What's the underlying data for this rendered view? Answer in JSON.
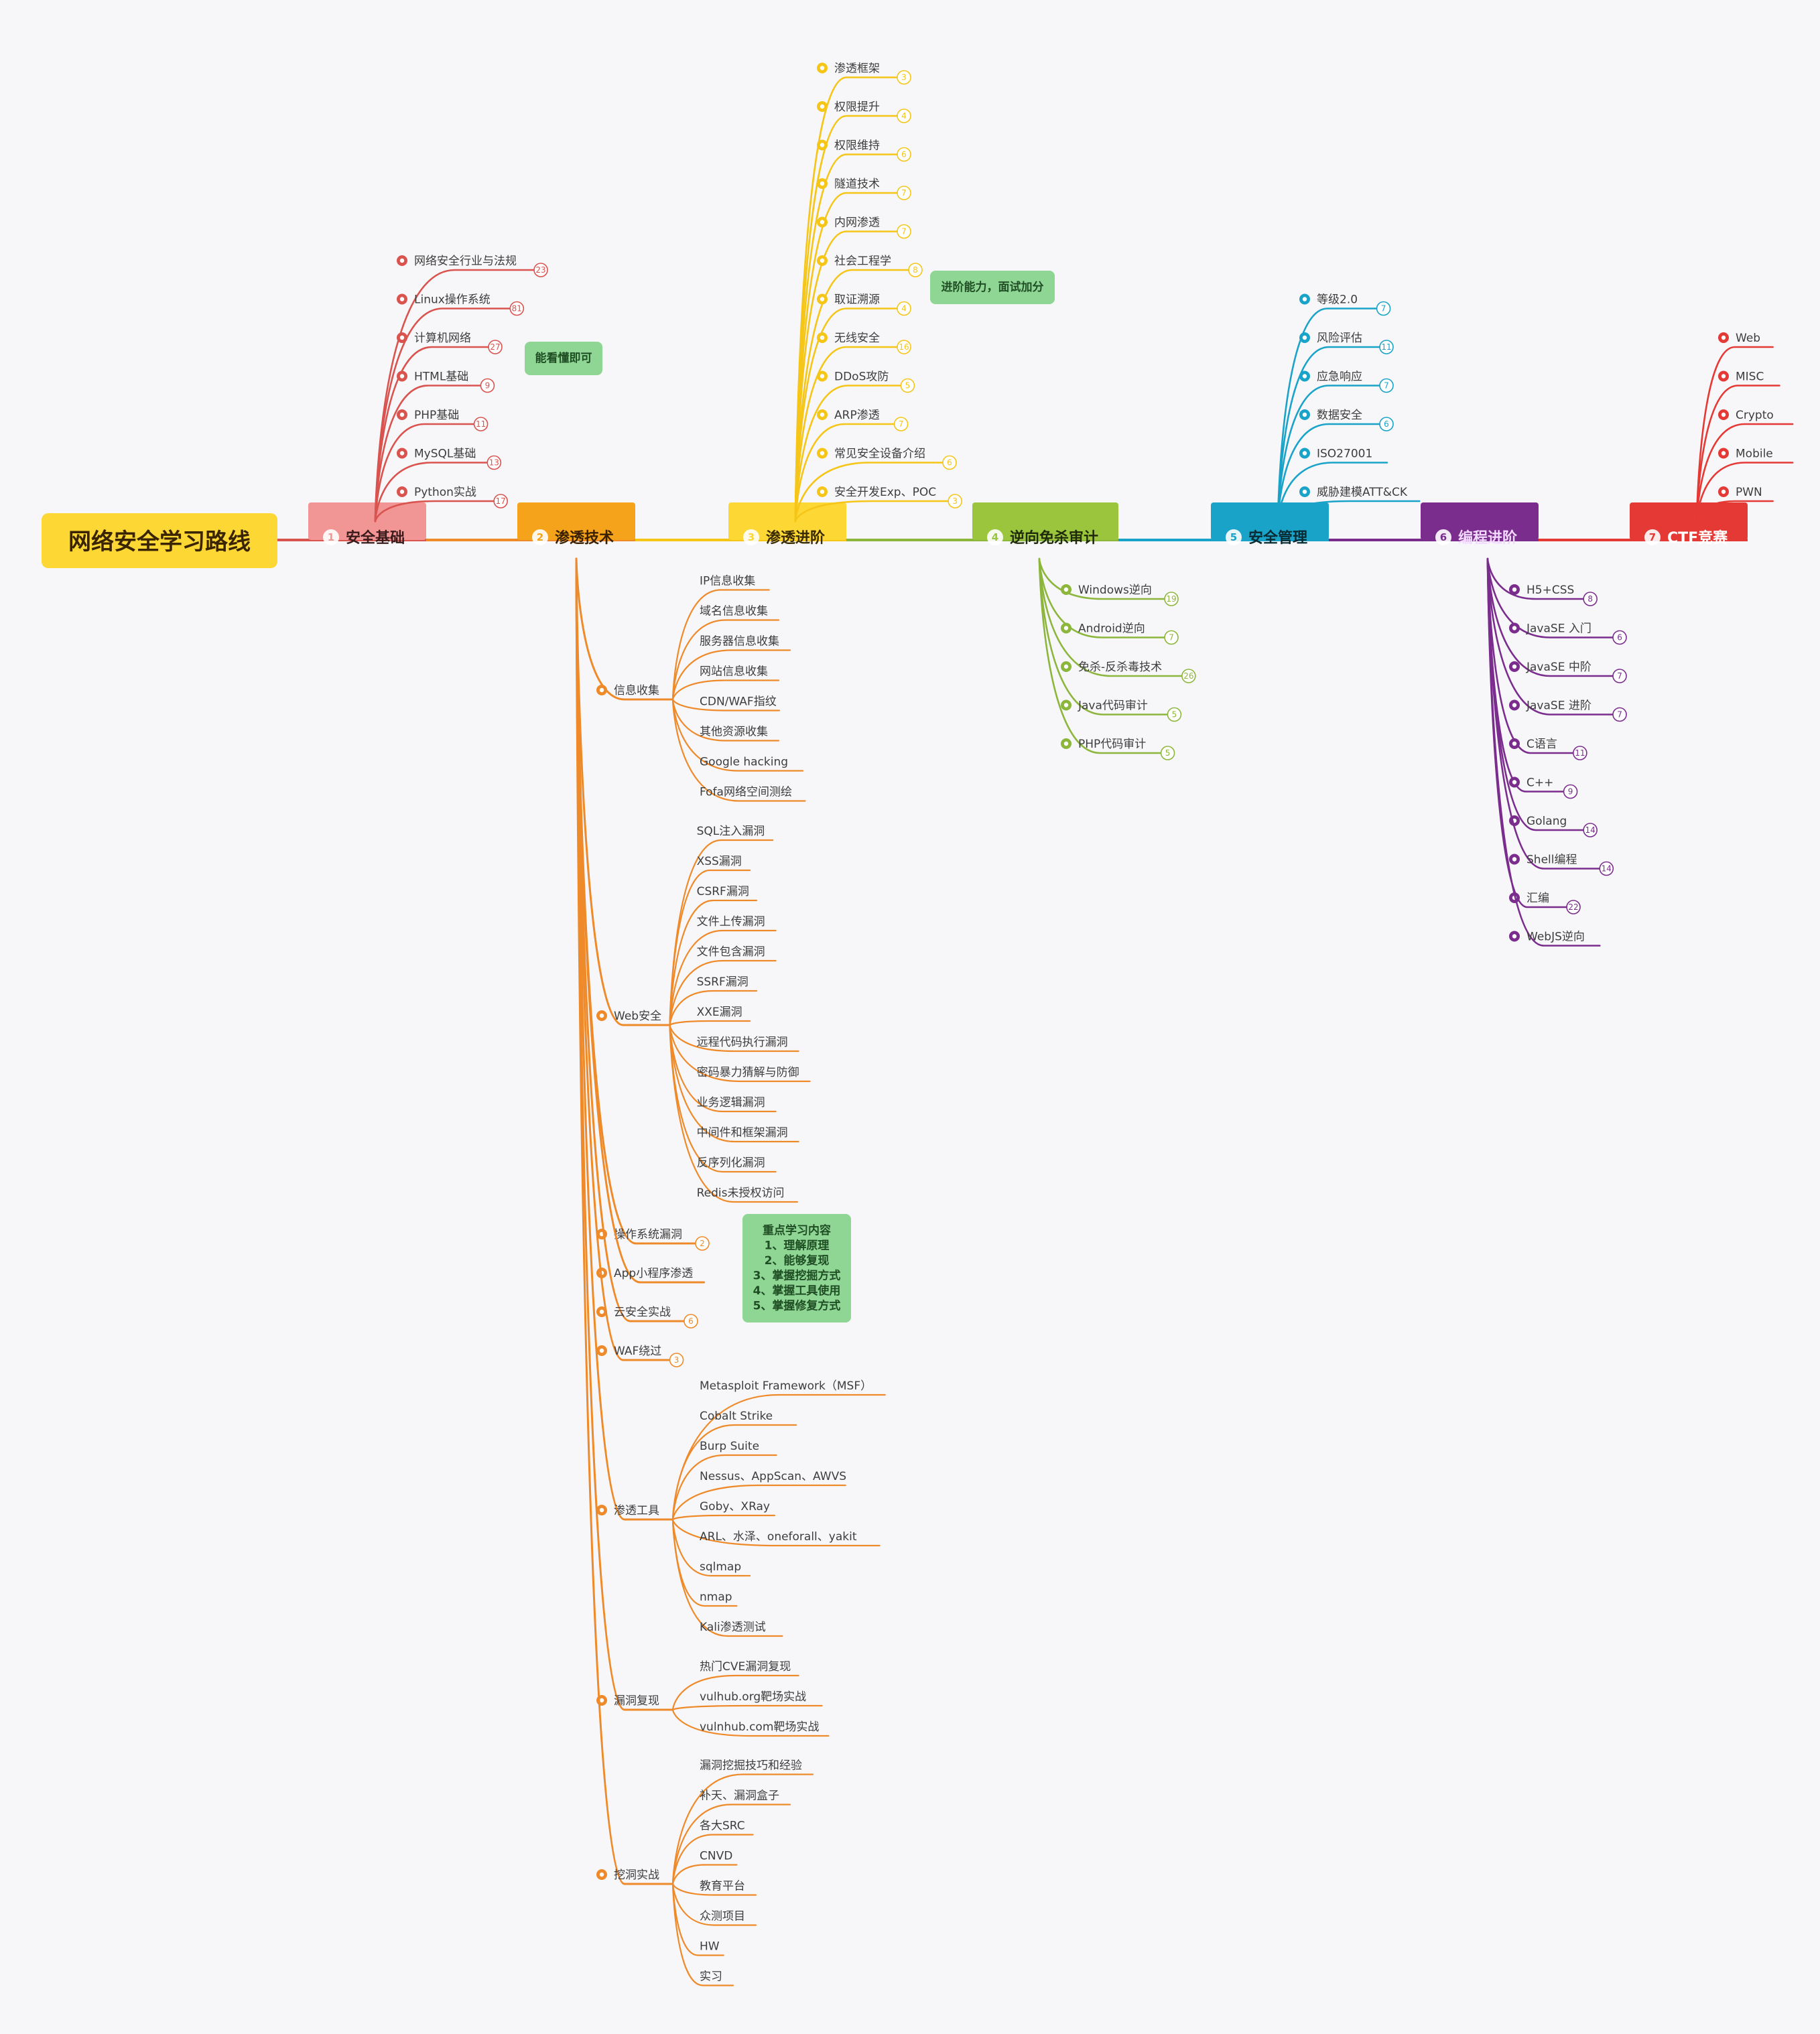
{
  "title": "网络安全学习路线",
  "categories": [
    {
      "id": "c1",
      "num": "1",
      "label": "安全基础",
      "color": "#d9534f",
      "box_color": "#f29595",
      "text_color": "#3a1a1a",
      "items": [
        {
          "label": "网络安全行业与法规",
          "badge": "23"
        },
        {
          "label": "Linux操作系统",
          "badge": "81"
        },
        {
          "label": "计算机网络",
          "badge": "27"
        },
        {
          "label": "HTML基础",
          "badge": "9"
        },
        {
          "label": "PHP基础",
          "badge": "11"
        },
        {
          "label": "MySQL基础",
          "badge": "13"
        },
        {
          "label": "Python实战",
          "badge": "17"
        }
      ]
    },
    {
      "id": "c2",
      "num": "2",
      "label": "渗透技术",
      "color": "#ef8a2a",
      "box_color": "#f5a31a",
      "text_color": "#3a2000",
      "groups": [
        {
          "label": "信息收集",
          "children": [
            "IP信息收集",
            "域名信息收集",
            "服务器信息收集",
            "网站信息收集",
            "CDN/WAF指纹",
            "其他资源收集",
            "Google hacking",
            "Fofa网络空间测绘"
          ]
        },
        {
          "label": "Web安全",
          "children": [
            "SQL注入漏洞",
            "XSS漏洞",
            "CSRF漏洞",
            "文件上传漏洞",
            "文件包含漏洞",
            "SSRF漏洞",
            "XXE漏洞",
            "远程代码执行漏洞",
            "密码暴力猜解与防御",
            "业务逻辑漏洞",
            "中间件和框架漏洞",
            "反序列化漏洞",
            "Redis未授权访问"
          ]
        },
        {
          "label": "操作系统漏洞",
          "badge": "2",
          "children": []
        },
        {
          "label": "App小程序渗透",
          "children": []
        },
        {
          "label": "云安全实战",
          "badge": "6",
          "children": []
        },
        {
          "label": "WAF绕过",
          "badge": "3",
          "children": []
        },
        {
          "label": "渗透工具",
          "children": [
            "Metasploit Framework（MSF）",
            "Cobalt Strike",
            "Burp Suite",
            "Nessus、AppScan、AWVS",
            "Goby、XRay",
            "ARL、水泽、oneforall、yakit",
            "sqlmap",
            "nmap",
            "Kali渗透测试"
          ]
        },
        {
          "label": "漏洞复现",
          "children": [
            "热门CVE漏洞复现",
            "vulhub.org靶场实战",
            "vulnhub.com靶场实战"
          ]
        },
        {
          "label": "挖洞实战",
          "children": [
            "漏洞挖掘技巧和经验",
            "补天、漏洞盒子",
            "各大SRC",
            "CNVD",
            "教育平台",
            "众测项目",
            "HW",
            "实习"
          ]
        }
      ]
    },
    {
      "id": "c3",
      "num": "3",
      "label": "渗透进阶",
      "color": "#f5c518",
      "box_color": "#fdd835",
      "text_color": "#3a2a00",
      "items": [
        {
          "label": "渗透框架",
          "badge": "3"
        },
        {
          "label": "权限提升",
          "badge": "4"
        },
        {
          "label": "权限维持",
          "badge": "6"
        },
        {
          "label": "隧道技术",
          "badge": "7"
        },
        {
          "label": "内网渗透",
          "badge": "7"
        },
        {
          "label": "社会工程学",
          "badge": "8"
        },
        {
          "label": "取证溯源",
          "badge": "4"
        },
        {
          "label": "无线安全",
          "badge": "16"
        },
        {
          "label": "DDoS攻防",
          "badge": "5"
        },
        {
          "label": "ARP渗透",
          "badge": "7"
        },
        {
          "label": "常见安全设备介绍",
          "badge": "6"
        },
        {
          "label": "安全开发Exp、POC",
          "badge": "3"
        }
      ]
    },
    {
      "id": "c4",
      "num": "4",
      "label": "逆向免杀审计",
      "color": "#8cb63c",
      "box_color": "#9bc53d",
      "text_color": "#1e2a08",
      "items": [
        {
          "label": "Windows逆向",
          "badge": "19"
        },
        {
          "label": "Android逆向",
          "badge": "7"
        },
        {
          "label": "免杀-反杀毒技术",
          "badge": "26"
        },
        {
          "label": "Java代码审计",
          "badge": "5"
        },
        {
          "label": "PHP代码审计",
          "badge": "5"
        }
      ]
    },
    {
      "id": "c5",
      "num": "5",
      "label": "安全管理",
      "color": "#1aa3c8",
      "box_color": "#1aa3c8",
      "text_color": "#082a33",
      "items": [
        {
          "label": "等级2.0",
          "badge": "7"
        },
        {
          "label": "风险评估",
          "badge": "11"
        },
        {
          "label": "应急响应",
          "badge": "7"
        },
        {
          "label": "数据安全",
          "badge": "6"
        },
        {
          "label": "ISO27001",
          "badge": ""
        },
        {
          "label": "威胁建模ATT&CK",
          "badge": ""
        }
      ]
    },
    {
      "id": "c6",
      "num": "6",
      "label": "编程进阶",
      "color": "#7b2d8e",
      "box_color": "#7b2d8e",
      "text_color": "#f3d9ff",
      "items": [
        {
          "label": "H5+CSS",
          "badge": "8"
        },
        {
          "label": "JavaSE 入门",
          "badge": "6"
        },
        {
          "label": "JavaSE 中阶",
          "badge": "7"
        },
        {
          "label": "JavaSE 进阶",
          "badge": "7"
        },
        {
          "label": "C语言",
          "badge": "11"
        },
        {
          "label": "C++",
          "badge": "9"
        },
        {
          "label": "Golang",
          "badge": "14"
        },
        {
          "label": "Shell编程",
          "badge": "14"
        },
        {
          "label": "汇编",
          "badge": "22"
        },
        {
          "label": "WebJS逆向",
          "badge": ""
        }
      ]
    },
    {
      "id": "c7",
      "num": "7",
      "label": "CTF竞赛",
      "color": "#e53935",
      "box_color": "#e53935",
      "text_color": "#ffffff",
      "items": [
        {
          "label": "Web",
          "badge": ""
        },
        {
          "label": "MISC",
          "badge": ""
        },
        {
          "label": "Crypto",
          "badge": ""
        },
        {
          "label": "Mobile",
          "badge": ""
        },
        {
          "label": "PWN",
          "badge": ""
        }
      ]
    }
  ],
  "notes": {
    "basic": "能看懂即可",
    "advanced": "进阶能力，面试加分",
    "focus": [
      "重点学习内容",
      "1、理解原理",
      "2、能够复现",
      "3、掌握挖掘方式",
      "4、掌握工具使用",
      "5、掌握修复方式"
    ]
  }
}
